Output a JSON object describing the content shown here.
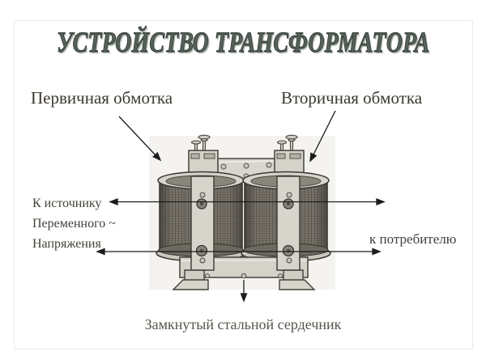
{
  "slide": {
    "title": "УСТРОЙСТВО ТРАНСФОРМАТОРА",
    "annotations": {
      "primary_winding": "Первичная обмотка",
      "secondary_winding": "Вторичная обмотка",
      "source_line1": "К источнику",
      "source_line2": "Переменного ~",
      "source_line3": "Напряжения",
      "consumer": "к потребителю",
      "core_caption": "Замкнутый стальной сердечник"
    },
    "figure": {
      "type": "labeled-diagram",
      "subject": "transformer with primary and secondary windings on a closed steel core",
      "arrow_targets": [
        "primary winding coil",
        "secondary winding coil",
        "primary terminals to AC voltage source",
        "secondary terminals to consumer",
        "closed steel core"
      ]
    },
    "colors": {
      "background": "#ffffff",
      "title_text": "#566159",
      "title_shadow": "#b9bcb7",
      "annotation_text": "#3b382f",
      "caption_text": "#57544b",
      "arrow": "#1c1c1c",
      "photo_background": "#f4f3f0",
      "metal_light": "#d7d4cc",
      "coil_dark": "#6a655c"
    }
  }
}
